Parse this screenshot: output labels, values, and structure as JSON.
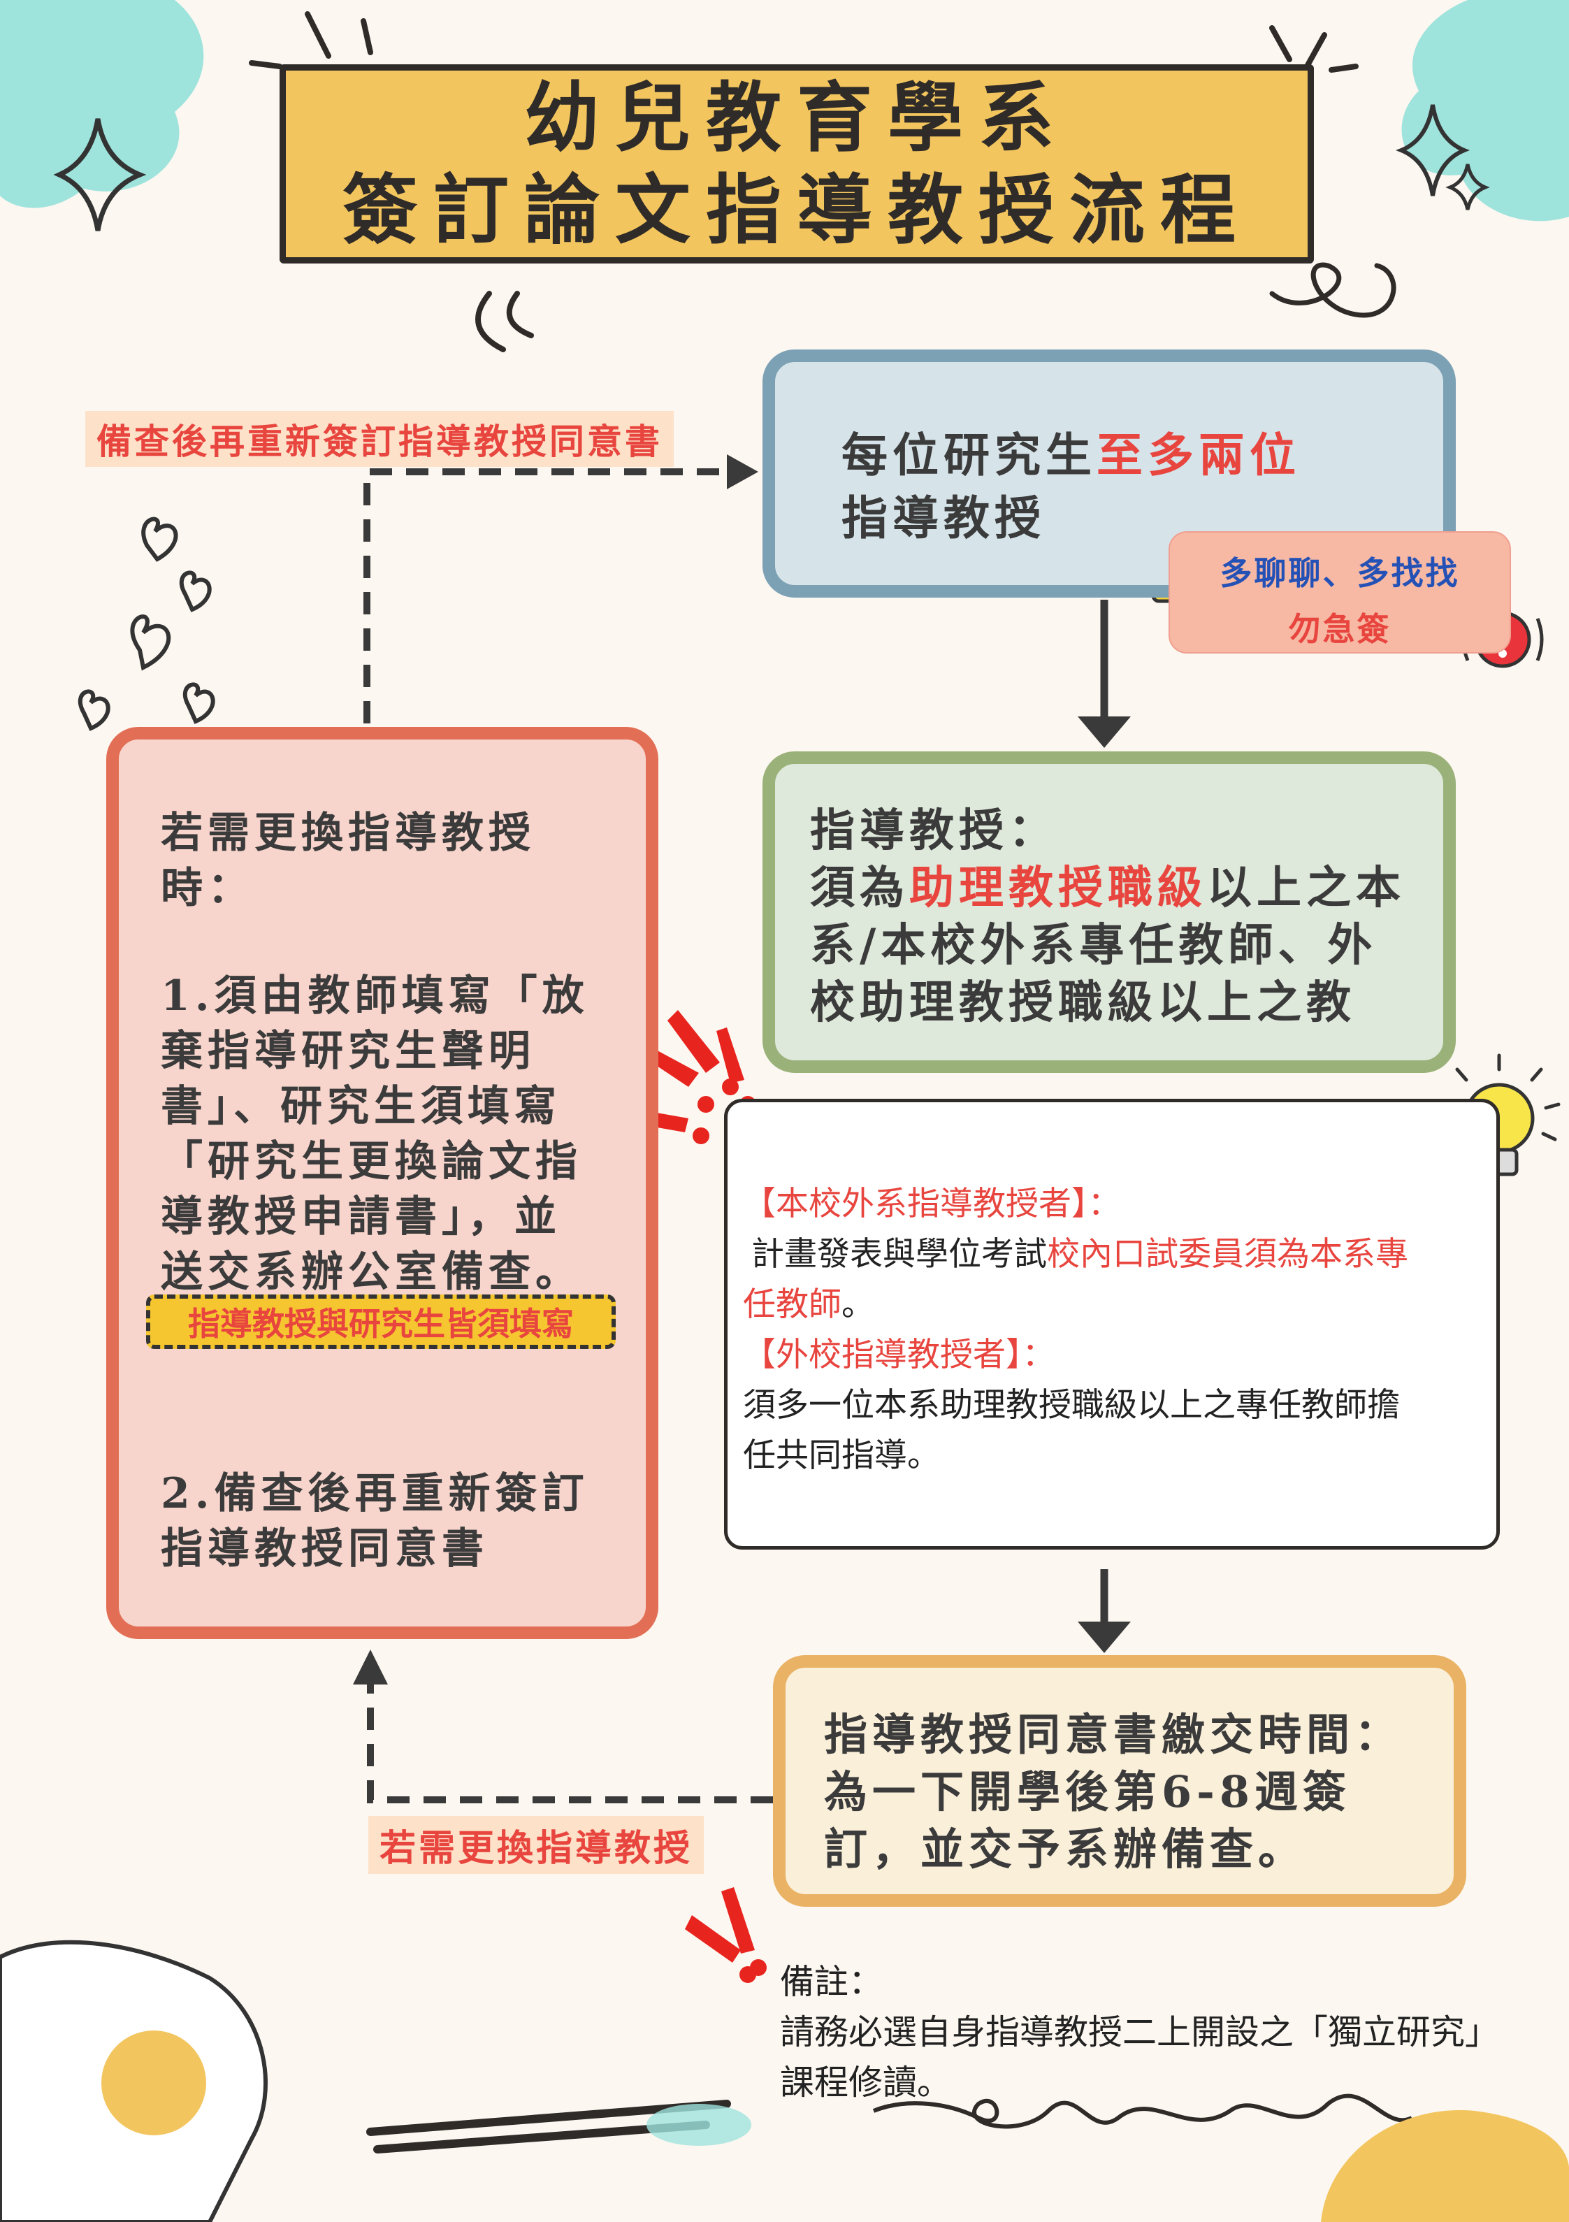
{
  "title": {
    "line1": "幼兒教育學系",
    "line2": "簽訂論文指導教授流程"
  },
  "top_left_note": "備查後再重新簽訂指導教授同意書",
  "box_limit": {
    "text_prefix": "每位研究生",
    "text_highlight": "至多兩位",
    "text_line2": "指導教授"
  },
  "tip": {
    "line1": "多聊聊、多找找",
    "line2": "勿急簽"
  },
  "box_qualification": {
    "heading": "指導教授：",
    "line1_prefix": "須為",
    "line1_highlight": "助理教授職級",
    "line1_suffix": "以上之本",
    "line2": "系/本校外系專任教師、外",
    "line3": "校助理教授職級以上之教"
  },
  "box_detail": {
    "internal_heading": "【本校外系指導教授者】：",
    "internal_line1_prefix": "計畫發表與學位考試",
    "internal_line1_highlight": "校內口試委員須為本系專",
    "internal_line2_highlight": "任教師",
    "internal_line2_suffix": "。",
    "external_heading": "【外校指導教授者】：",
    "external_line1": "須多一位本系助理教授職級以上之專任教師擔",
    "external_line2": "任共同指導。"
  },
  "box_change": {
    "line1": "若需更換指導教授",
    "line2": "時：",
    "item1_line1": "1.須由教師填寫「放",
    "item1_line2": "棄指導研究生聲明",
    "item1_line3": "書」、研究生須填寫",
    "item1_line4": "「研究生更換論文指",
    "item1_line5": "導教授申請書」，並",
    "item1_line6": "送交系辦公室備查。",
    "warning": "指導教授與研究生皆須填寫",
    "item2_line1": "2.備查後再重新簽訂",
    "item2_line2": "指導教授同意書"
  },
  "box_deadline": {
    "line1": "指導教授同意書繳交時間：",
    "line2": "為一下開學後第6-8週簽",
    "line3": "訂，並交予系辦備查。"
  },
  "bottom_left_note": "若需更換指導教授",
  "remark": {
    "label": "備註：",
    "line1": "請務必選自身指導教授二上開設之「獨立研究」",
    "line2": "課程修讀。"
  },
  "colors": {
    "accent_red": "#e8453f",
    "title_yellow": "#f2c55e",
    "blue_border": "#7ca1b5",
    "green_border": "#9ab27a",
    "orange_border": "#eab265",
    "red_border": "#e26f55"
  }
}
